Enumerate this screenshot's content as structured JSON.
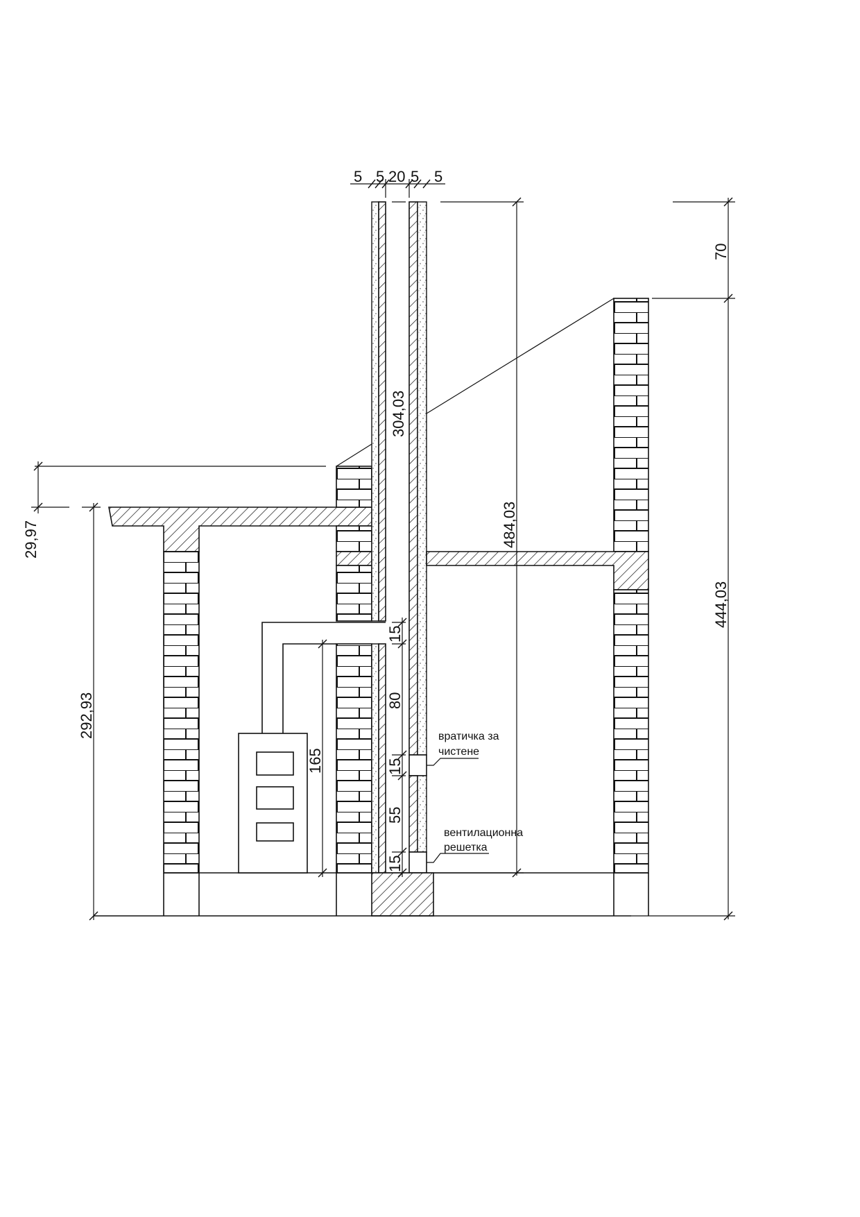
{
  "dimensions": {
    "top": [
      "5",
      "5",
      "20",
      "5",
      "5"
    ],
    "roof_offset": "29,97",
    "floor_height": "292,93",
    "chimney_above": "304,03",
    "chimney_total": "484,03",
    "right_height": "444,03",
    "top_extension": "70",
    "stove_pipe_height": "165",
    "stack": [
      "15",
      "80",
      "15",
      "55",
      "15"
    ]
  },
  "labels": {
    "door_line1": "вратичка за",
    "door_line2": "чистене",
    "grate_line1": "вентилационна",
    "grate_line2": "решетка"
  }
}
